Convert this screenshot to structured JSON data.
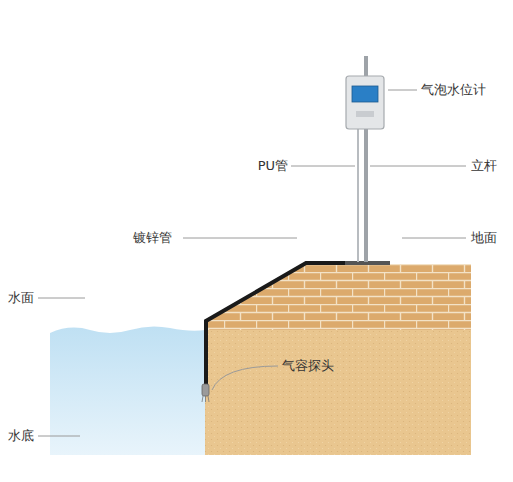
{
  "diagram": {
    "labels": [
      "气泡水位计",
      "PU管",
      "立杆",
      "镀锌管",
      "地面",
      "水面",
      "气容探头",
      "水底"
    ]
  }
}
